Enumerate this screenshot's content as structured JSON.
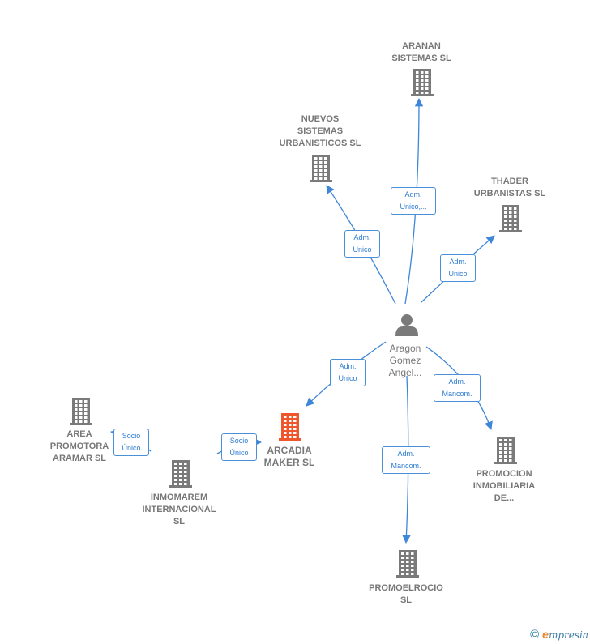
{
  "colors": {
    "edge": "#3d86d8",
    "building": "#7a7a7a",
    "building_focus": "#f0562c",
    "person": "#7a7a7a",
    "label_border": "#4a90d9"
  },
  "nodes": [
    {
      "id": "aranan",
      "type": "company",
      "lines": [
        "ARANAN",
        "SISTEMAS  SL"
      ]
    },
    {
      "id": "nuevos",
      "type": "company",
      "lines": [
        "NUEVOS",
        "SISTEMAS",
        "URBANISTICOS SL"
      ]
    },
    {
      "id": "thader",
      "type": "company",
      "lines": [
        "THADER",
        "URBANISTAS SL"
      ]
    },
    {
      "id": "aragon",
      "type": "person",
      "lines": [
        "Aragon",
        "Gomez",
        "Angel..."
      ]
    },
    {
      "id": "arcadia",
      "type": "company-focus",
      "lines": [
        "ARCADIA",
        "MAKER  SL"
      ]
    },
    {
      "id": "area",
      "type": "company",
      "lines": [
        "AREA",
        "PROMOTORA",
        "ARAMAR  SL"
      ]
    },
    {
      "id": "inmomarem",
      "type": "company",
      "lines": [
        "INMOMAREM",
        "INTERNACIONAL",
        "SL"
      ]
    },
    {
      "id": "promocion",
      "type": "company",
      "lines": [
        "PROMOCION",
        "INMOBILIARIA",
        "DE..."
      ]
    },
    {
      "id": "promoelrocio",
      "type": "company",
      "lines": [
        "PROMOELROCIO",
        "SL"
      ]
    }
  ],
  "edges": [
    {
      "id": "e-aranan",
      "from": "aragon",
      "to": "aranan",
      "label": [
        "Adm.",
        "Unico,..."
      ]
    },
    {
      "id": "e-nuevos",
      "from": "aragon",
      "to": "nuevos",
      "label": [
        "Adm.",
        "Unico"
      ]
    },
    {
      "id": "e-thader",
      "from": "aragon",
      "to": "thader",
      "label": [
        "Adm.",
        "Unico"
      ]
    },
    {
      "id": "e-arcadia",
      "from": "aragon",
      "to": "arcadia",
      "label": [
        "Adm.",
        "Unico"
      ]
    },
    {
      "id": "e-promocion",
      "from": "aragon",
      "to": "promocion",
      "label": [
        "Adm.",
        "Mancom."
      ]
    },
    {
      "id": "e-promoelrocio",
      "from": "aragon",
      "to": "promoelrocio",
      "label": [
        "Adm.",
        "Mancom."
      ]
    },
    {
      "id": "e-inmo-arcadia",
      "from": "inmomarem",
      "to": "arcadia",
      "label": [
        "Socio",
        "Único"
      ]
    },
    {
      "id": "e-inmo-area",
      "from": "inmomarem",
      "to": "area",
      "label": [
        "Socio",
        "Único"
      ]
    }
  ],
  "footer": {
    "copyright_symbol": "©",
    "brand_initial": "e",
    "brand_rest": "mpresia"
  }
}
